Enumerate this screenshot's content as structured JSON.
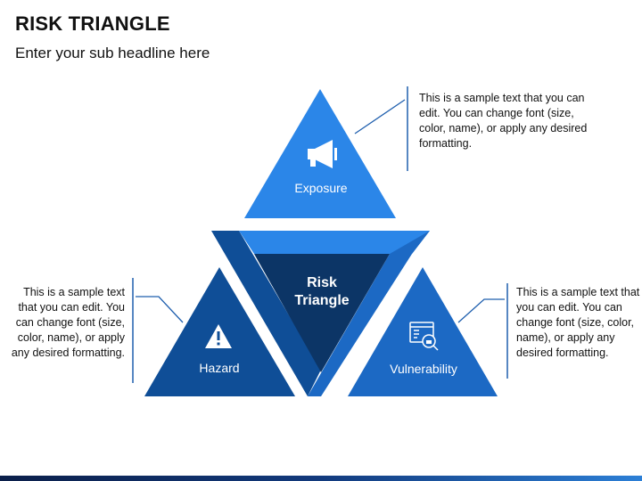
{
  "header": {
    "title": "RISK TRIANGLE",
    "subtitle": "Enter your sub headline here"
  },
  "diagram": {
    "center_label_line1": "Risk",
    "center_label_line2": "Triangle",
    "nodes": [
      {
        "label": "Exposure",
        "icon": "megaphone-icon",
        "color": "#2b86e8"
      },
      {
        "label": "Hazard",
        "icon": "warning-icon",
        "color": "#0f4e97"
      },
      {
        "label": "Vulnerability",
        "icon": "security-scan-icon",
        "color": "#1c69c4"
      }
    ],
    "colors": {
      "center": "#0c3566",
      "frame_dark": "#0f4e97",
      "frame_light": "#2b86e8",
      "leader": "#1f5fae"
    }
  },
  "texts": {
    "exposure": "This is a sample text that you can edit. You can change font (size, color, name), or apply any desired formatting.",
    "hazard": "This is a sample text that you can edit. You can change font (size, color, name), or apply any desired formatting.",
    "vulnerability": "This is a sample text that you can edit. You can change font (size, color, name), or apply any desired formatting."
  }
}
